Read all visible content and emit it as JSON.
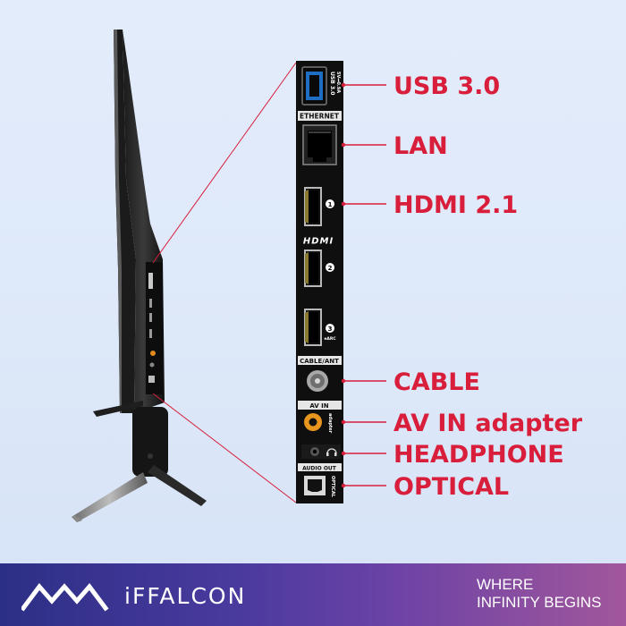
{
  "callouts": {
    "usb": "USB 3.0",
    "lan": "LAN",
    "hdmi": "HDMI 2.1",
    "cable": "CABLE",
    "av_in": "AV IN adapter",
    "headphone": "HEADPHONE",
    "optical": "OPTICAL"
  },
  "panel_labels": {
    "usb_side": "USB 3.0",
    "usb_rating": "5V⎓0.9A",
    "ethernet": "ETHERNET",
    "hdmi_logo": "HDMI",
    "hdmi_1": "1",
    "hdmi_2": "2",
    "hdmi_3": "3",
    "hdmi_3_sub": "eARC",
    "cable_ant": "CABLE/ANT",
    "av_in": "AV IN",
    "adapter": "adapter",
    "audio_out": "AUDIO OUT",
    "optical_side": "OPTICAL"
  },
  "footer": {
    "brand": "iFFALCON",
    "tagline_line1": "WHERE",
    "tagline_line2": "INFINITY BEGINS"
  },
  "colors": {
    "accent_red": "#d81e3a",
    "panel_black": "#0f0f0f",
    "background": "#e1eafa",
    "footer_gradient_start": "#2c2f86",
    "footer_gradient_end": "#a1579b"
  }
}
